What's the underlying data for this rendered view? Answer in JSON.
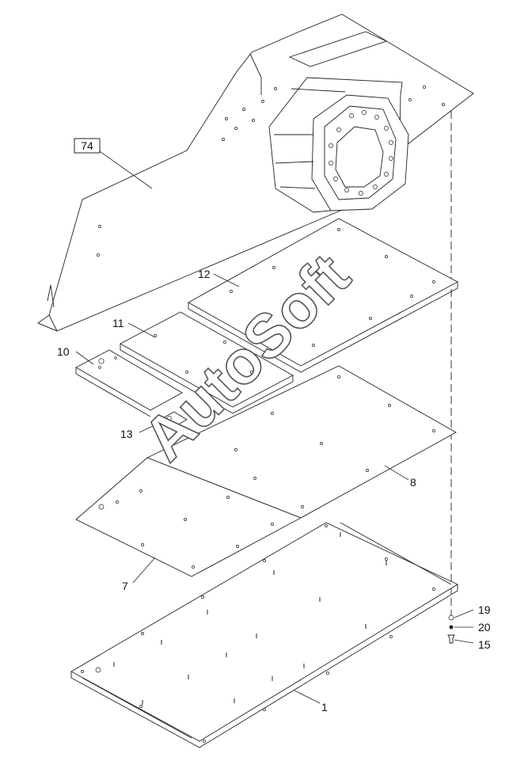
{
  "diagram": {
    "callouts": [
      {
        "id": "74",
        "boxed": true
      },
      {
        "id": "12"
      },
      {
        "id": "11"
      },
      {
        "id": "10"
      },
      {
        "id": "13"
      },
      {
        "id": "8"
      },
      {
        "id": "7"
      },
      {
        "id": "19"
      },
      {
        "id": "20"
      },
      {
        "id": "15"
      },
      {
        "id": "1"
      }
    ],
    "watermark": "AutoSoft",
    "colors": {
      "line": "#222222",
      "background": "#ffffff",
      "watermark_outline": "#555555"
    }
  }
}
